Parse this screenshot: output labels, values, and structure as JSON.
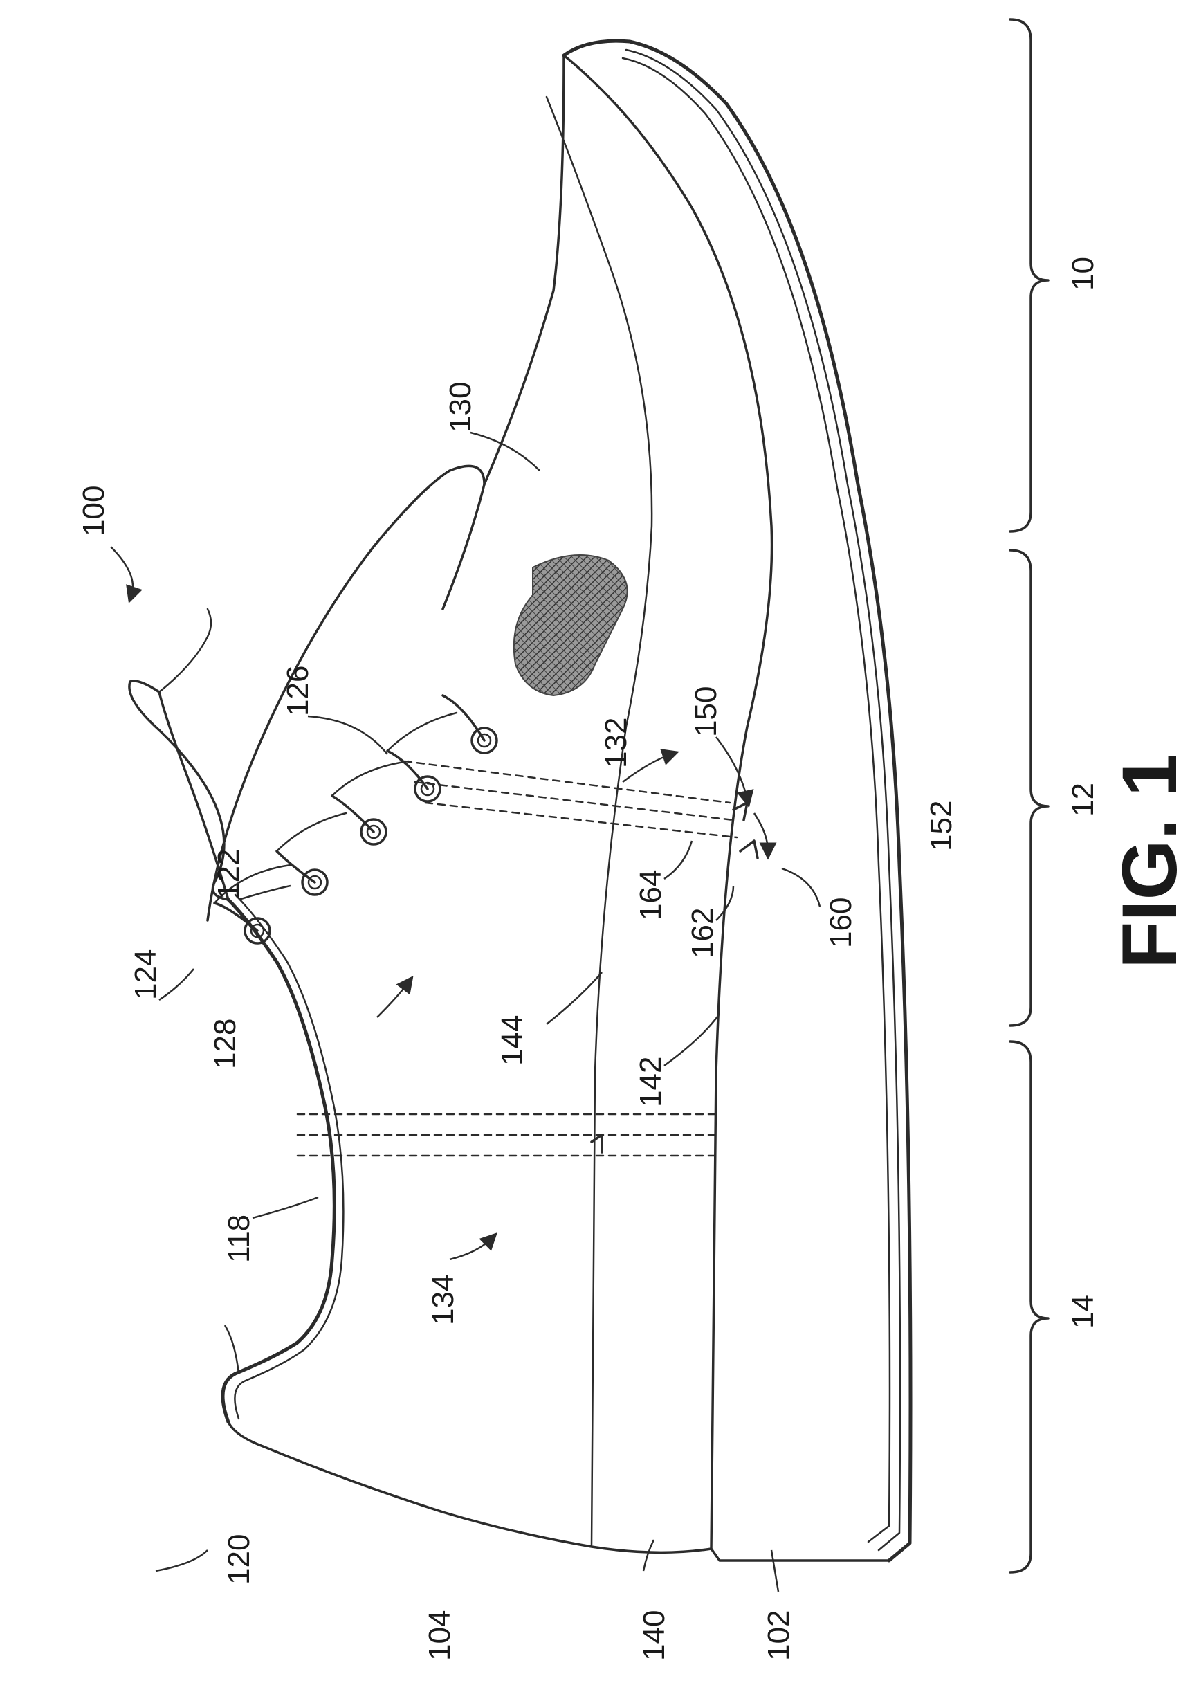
{
  "figure": {
    "label": "FIG. 1",
    "references": {
      "r100": "100",
      "r10": "10",
      "r12": "12",
      "r14": "14",
      "r102": "102",
      "r104": "104",
      "r118": "118",
      "r120": "120",
      "r122": "122",
      "r124": "124",
      "r126": "126",
      "r128": "128",
      "r130": "130",
      "r132": "132",
      "r134": "134",
      "r140": "140",
      "r142": "142",
      "r144": "144",
      "r150": "150",
      "r152": "152",
      "r160": "160",
      "r162": "162",
      "r164": "164"
    }
  },
  "colors": {
    "ink": "#2b2b2b",
    "background": "#ffffff",
    "patch": "#7a7a7a"
  }
}
